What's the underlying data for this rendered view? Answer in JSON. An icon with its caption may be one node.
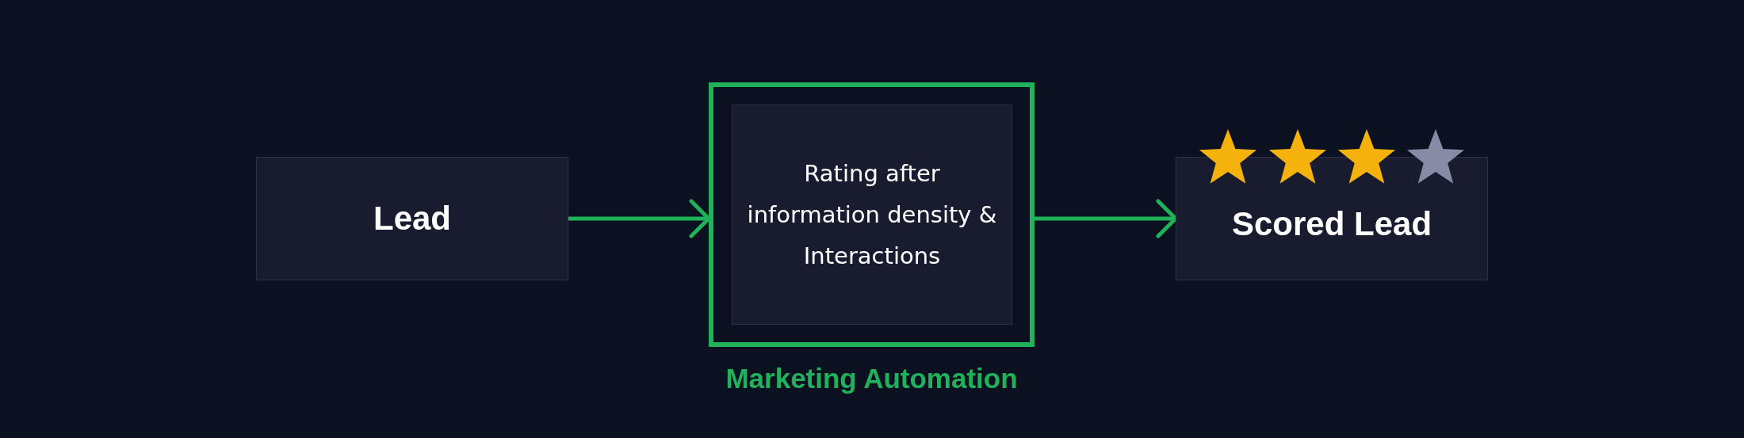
{
  "diagram": {
    "nodes": [
      {
        "text": [
          "Lead"
        ]
      },
      {
        "text": [
          "Marketing Automation"
        ]
      },
      {
        "text": [
          "Rating after information density & Interactions"
        ],
        "in": 1
      },
      {
        "text": [
          "Scored Lead"
        ]
      }
    ],
    "edges": [
      {
        "from": 0,
        "to": 1,
        "arrow": "to"
      },
      {
        "from": 1,
        "to": 3,
        "arrow": "to"
      }
    ]
  }
}
